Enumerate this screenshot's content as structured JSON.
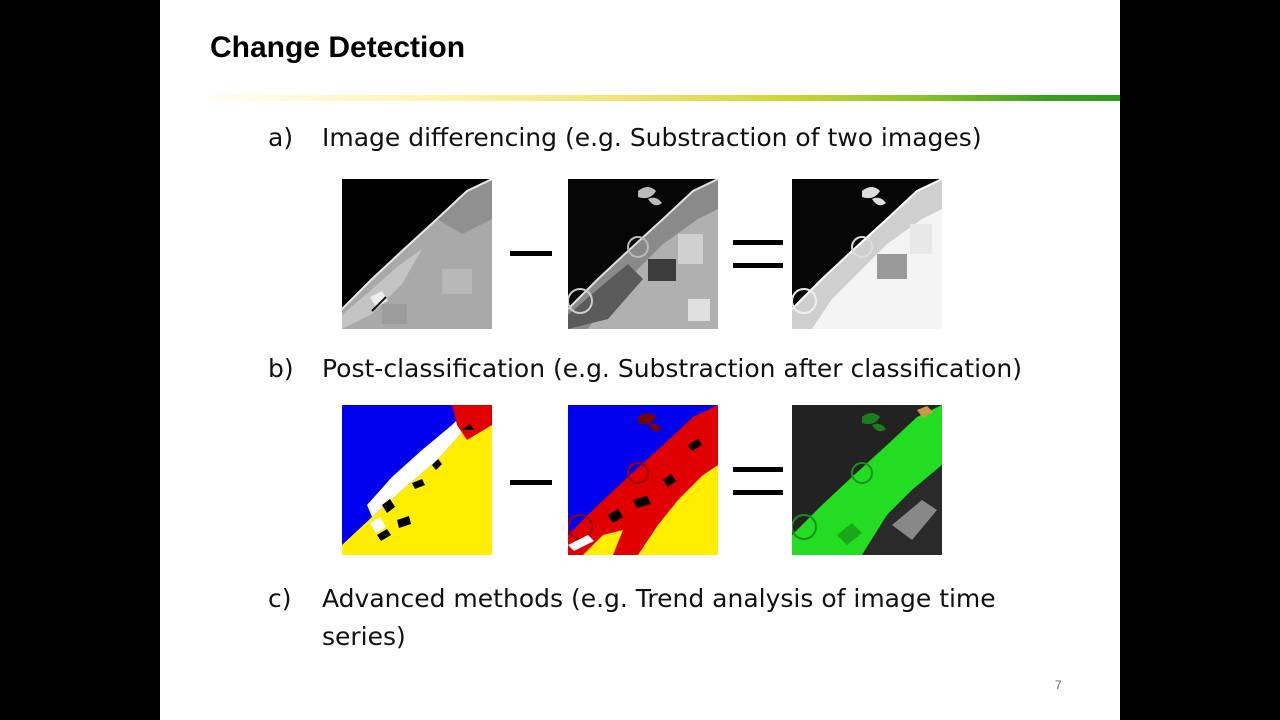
{
  "slide": {
    "title": "Change Detection",
    "page_number": "7",
    "items": [
      {
        "marker": "a)",
        "lines": [
          "Image differencing (e.g. Substraction of two images)"
        ]
      },
      {
        "marker": "b)",
        "lines": [
          "Post-classification (e.g. Substraction after classification)"
        ]
      },
      {
        "marker": "c)",
        "lines": [
          "Advanced methods (e.g. Trend analysis of image time",
          "series)"
        ]
      }
    ]
  },
  "colors": {
    "water": "#0000ee",
    "sand": "#ffee00",
    "urban": "#e00000",
    "change": "#22dd22",
    "background": "#222222",
    "accent_green": "#2e9a1c"
  }
}
